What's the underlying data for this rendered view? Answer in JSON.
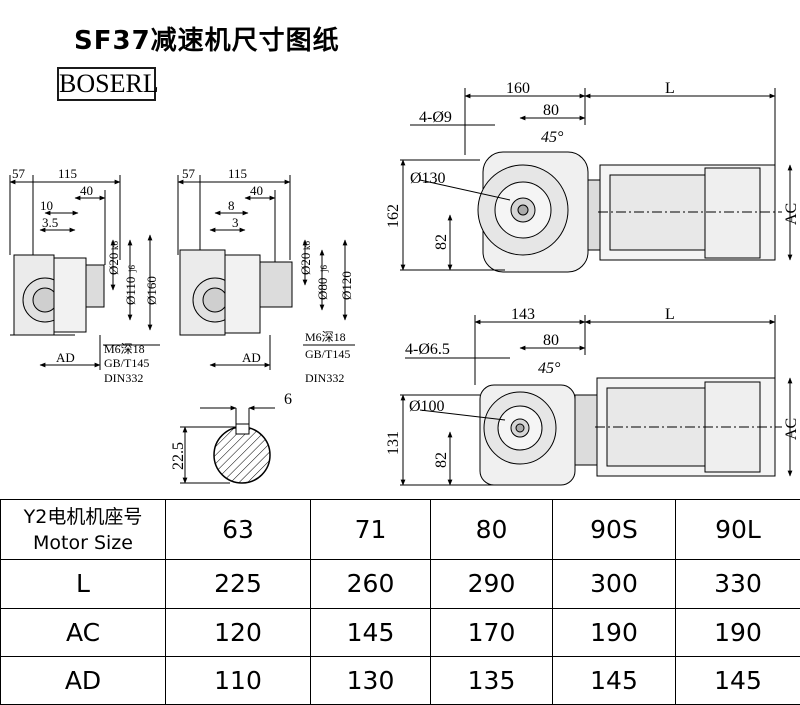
{
  "page": {
    "title": "SF37减速机尺寸图纸",
    "logo": "BOSERL"
  },
  "drawing_left": {
    "dims_top": [
      "57",
      "115",
      "40",
      "10",
      "3.5"
    ],
    "dims_right": [
      "Ø20",
      "k6",
      "Ø110",
      "j6",
      "Ø160"
    ],
    "ad": "AD",
    "note": [
      "M6深18",
      "GB/T145",
      "DIN332"
    ]
  },
  "drawing_middle": {
    "dims_top": [
      "57",
      "115",
      "40",
      "8",
      "3"
    ],
    "dims_right": [
      "Ø20",
      "k6",
      "Ø80",
      "j6",
      "Ø120"
    ],
    "ad": "AD",
    "note": [
      "M6深18",
      "GB/T145",
      "DIN332"
    ]
  },
  "keyway": {
    "width": "6",
    "height": "22.5"
  },
  "drawing_top_right": {
    "d160": "160",
    "L": "L",
    "holes": "4-Ø9",
    "d80": "80",
    "angle": "45°",
    "dia": "Ø130",
    "h162": "162",
    "h82": "82",
    "ac": "AC"
  },
  "drawing_bottom_right": {
    "d143": "143",
    "L": "L",
    "holes": "4-Ø6.5",
    "d80": "80",
    "angle": "45°",
    "dia": "Ø100",
    "h131": "131",
    "h82": "82",
    "ac": "AC"
  },
  "table": {
    "header_label_line1": "Y2电机机座号",
    "header_label_line2": "Motor Size",
    "sizes": [
      "63",
      "71",
      "80",
      "90S",
      "90L"
    ],
    "rows": [
      {
        "label": "L",
        "values": [
          "225",
          "260",
          "290",
          "300",
          "330"
        ]
      },
      {
        "label": "AC",
        "values": [
          "120",
          "145",
          "170",
          "190",
          "190"
        ]
      },
      {
        "label": "AD",
        "values": [
          "110",
          "130",
          "135",
          "145",
          "145"
        ]
      }
    ]
  }
}
